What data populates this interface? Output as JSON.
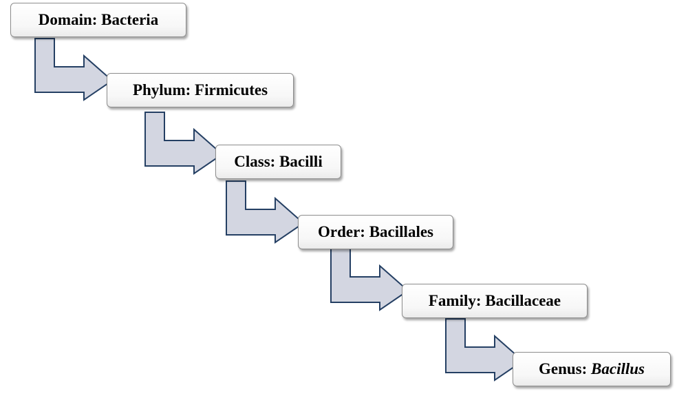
{
  "colors": {
    "arrow_fill": "#d3d6e1",
    "arrow_stroke": "#243f63",
    "box_border": "#8c8c8c"
  },
  "icons": {
    "connector": "bent-arrow-icon"
  },
  "taxonomy": [
    {
      "rank": "Domain",
      "name": "Bacteria",
      "italic": false
    },
    {
      "rank": "Phylum",
      "name": "Firmicutes",
      "italic": false
    },
    {
      "rank": "Class",
      "name": "Bacilli",
      "italic": false
    },
    {
      "rank": "Order",
      "name": "Bacillales",
      "italic": false
    },
    {
      "rank": "Family",
      "name": "Bacillaceae",
      "italic": false
    },
    {
      "rank": "Genus",
      "name": "Bacillus",
      "italic": true
    }
  ]
}
